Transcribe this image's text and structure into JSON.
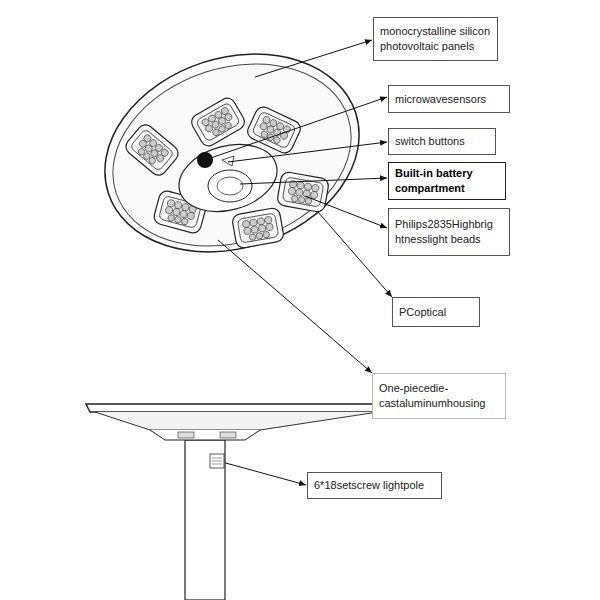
{
  "diagram": {
    "nodes": [
      {
        "text": [
          "monocrystalline silicon photovoltaic panels"
        ]
      },
      {
        "text": [
          "microwavesensors"
        ]
      },
      {
        "text": [
          "switch buttons"
        ]
      },
      {
        "text": [
          "Built-in battery compartment"
        ]
      },
      {
        "text": [
          "Philips2835Highbrig htnesslight beads"
        ]
      },
      {
        "text": [
          "PCoptical"
        ]
      },
      {
        "text": [
          "One-piecedie- castaluminumhousing"
        ]
      },
      {
        "text": [
          "6*18setscrew lightpole"
        ]
      }
    ]
  }
}
